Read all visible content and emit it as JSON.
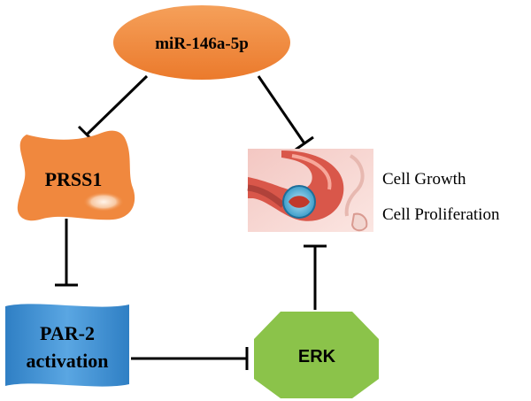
{
  "nodes": {
    "mirna": {
      "label": "miR-146a-5p",
      "color": "#F0883E"
    },
    "prss1": {
      "label": "PRSS1",
      "color": "#F0883E"
    },
    "par2": {
      "line1": "PAR-2",
      "line2": "activation",
      "color": "#3D8FD1"
    },
    "erk": {
      "label": "ERK",
      "color": "#8BC34A"
    },
    "stomach": {
      "icon": "stomach-cancer-illustration-icon"
    }
  },
  "outcomes": {
    "growth": "Cell Growth",
    "proliferation": "Cell Proliferation"
  },
  "edges": [
    {
      "from": "miR-146a-5p",
      "to": "PRSS1",
      "type": "inhibition"
    },
    {
      "from": "miR-146a-5p",
      "to": "stomach",
      "type": "inhibition"
    },
    {
      "from": "PRSS1",
      "to": "PAR-2 activation",
      "type": "inhibition"
    },
    {
      "from": "PAR-2 activation",
      "to": "ERK",
      "type": "inhibition"
    },
    {
      "from": "ERK",
      "to": "stomach",
      "type": "inhibition"
    }
  ]
}
